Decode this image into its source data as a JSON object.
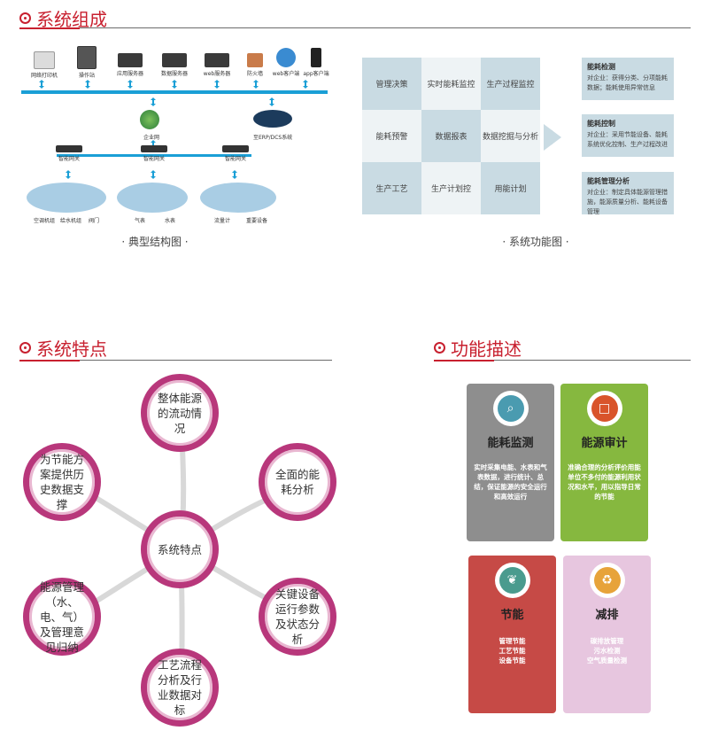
{
  "sections": {
    "composition": "系统组成",
    "features": "系统特点",
    "functions": "功能描述"
  },
  "captions": {
    "structure": "· 典型结构图 ·",
    "function_map": "· 系统功能图 ·"
  },
  "network": {
    "top_devices": [
      "网络打印机",
      "操作站",
      "应用服务器",
      "数据服务器",
      "web服务器",
      "防火墙",
      "web客户端",
      "app客户端"
    ],
    "middle_left": "企业网",
    "middle_right": "至ERP/DCS系统",
    "gateways": [
      "智能网关",
      "智能网关",
      "智能网关"
    ],
    "bottom_groups": [
      [
        "空调机组",
        "给水机组",
        "阀门"
      ],
      [
        "气表",
        "水表"
      ],
      [
        "流量计",
        "重要设备"
      ]
    ]
  },
  "function_grid": [
    [
      "管理决策",
      "实时能耗监控",
      "生产过程监控"
    ],
    [
      "能耗预警",
      "数据报表",
      "数据挖掘与分析"
    ],
    [
      "生产工艺",
      "生产计划控",
      "用能计划"
    ]
  ],
  "function_boxes": [
    {
      "title": "能耗检测",
      "text": "对企业：获得分类、分项能耗数据；能耗使用异常信息"
    },
    {
      "title": "能耗控制",
      "text": "对企业：采用节能设备、能耗系统优化控制、生产过程改进"
    },
    {
      "title": "能耗管理分析",
      "text": "对企业：制定具体能源管理措施，能源质量分析、能耗设备管理"
    }
  ],
  "features": {
    "center": "系统特点",
    "nodes": [
      "整体能源的流动情况",
      "全面的能耗分析",
      "关键设备运行参数及状态分析",
      "工艺流程分析及行业数据对标",
      "能源管理（水、电、气）及管理意见归纳",
      "为节能方案提供历史数据支撑"
    ]
  },
  "function_cards": [
    {
      "title": "能耗监测",
      "desc": "实时采集电能、水表和气表数据，进行统计、总结，保证能源的安全运行和高效运行",
      "color": "#8e8e8e",
      "icon": "magnifier-icon"
    },
    {
      "title": "能源审计",
      "desc": "准确合理的分析评价用能单位不多付的能源利用状况和水平，用以指导日常的节能",
      "color": "#86b83f",
      "icon": "monitor-icon"
    },
    {
      "title": "节能",
      "desc": "管理节能\n工艺节能\n设备节能",
      "color": "#c64a46",
      "icon": "leaf-icon"
    },
    {
      "title": "减排",
      "desc": "碳排放管理\n污水检测\n空气质量检测",
      "color": "#e7c6df",
      "icon": "recycle-icon"
    }
  ]
}
